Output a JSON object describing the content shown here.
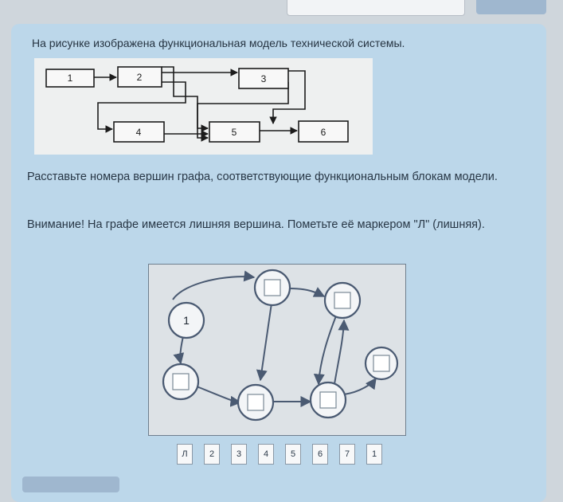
{
  "question": {
    "title": "На рисунке изображена функциональная модель технической системы.",
    "paragraph1": "Расставьте номера вершин графа, соответствующие функциональным блокам модели.",
    "paragraph2": "Внимание! На графе имеется лишняя вершина. Пометьте её маркером \"Л\" (лишняя)."
  },
  "model_blocks": [
    "1",
    "2",
    "3",
    "4",
    "5",
    "6"
  ],
  "graph": {
    "given_node_label": "1"
  },
  "markers": [
    "Л",
    "2",
    "3",
    "4",
    "5",
    "6",
    "7",
    "1"
  ],
  "colors": {
    "card": "#bcd7ea",
    "background": "#cfd6dc",
    "graph_edge": "#4a5a72"
  }
}
